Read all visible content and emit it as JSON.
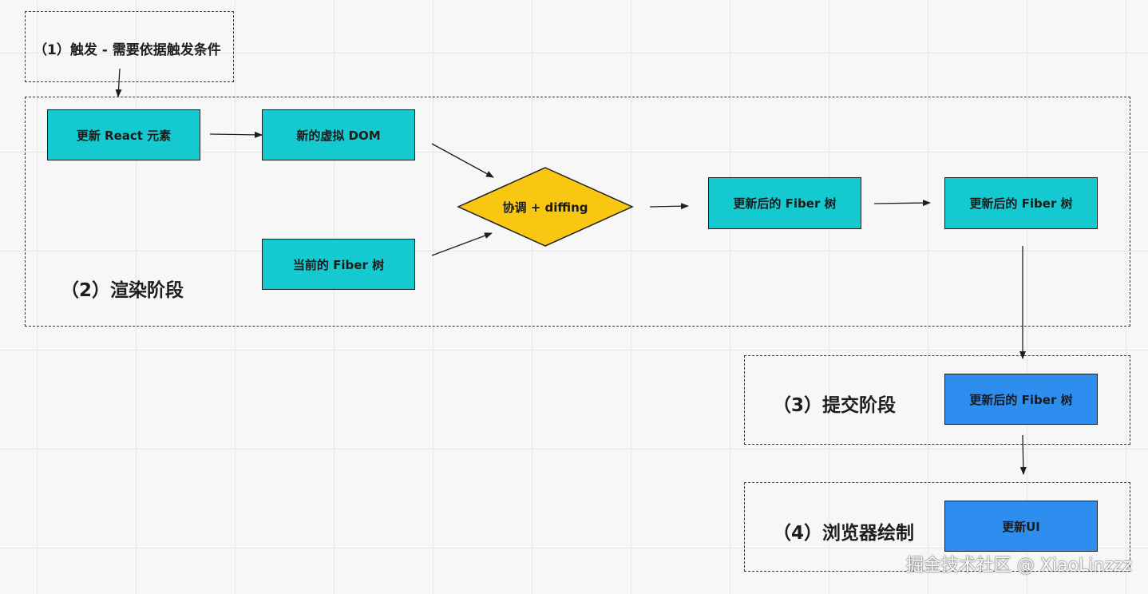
{
  "stages": {
    "trigger": "（1）触发 - 需要依据触发条件",
    "render": "（2）渲染阶段",
    "commit": "（3）提交阶段",
    "paint": "（4）浏览器绘制"
  },
  "nodes": {
    "update_react_elements": "更新 React 元素",
    "new_virtual_dom": "新的虚拟 DOM",
    "current_fiber_tree": "当前的 Fiber 树",
    "reconcile_diffing": "协调 + diffing",
    "updated_fiber_tree_1": "更新后的 Fiber 树",
    "updated_fiber_tree_2": "更新后的 Fiber 树",
    "updated_fiber_tree_commit": "更新后的 Fiber 树",
    "update_ui": "更新UI"
  },
  "colors": {
    "teal_node": "#14c9cf",
    "blue_node": "#2e8ef0",
    "diamond": "#f8c712"
  },
  "watermark": "掘金技术社区 @ XiaoLinzzz"
}
